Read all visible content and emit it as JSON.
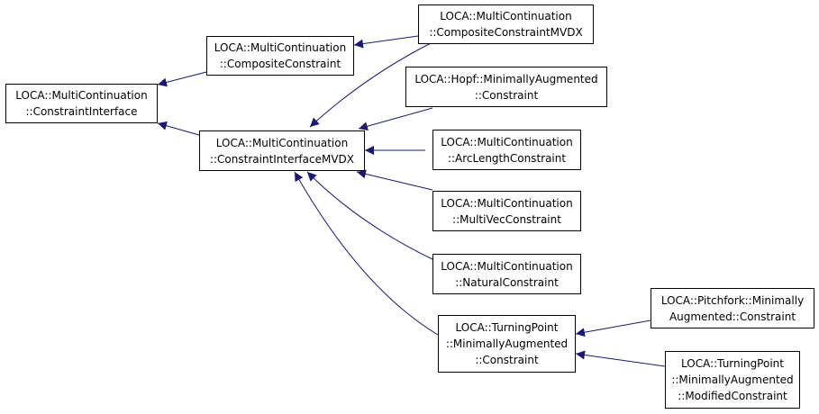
{
  "diagram": {
    "edge_color": "#191970",
    "nodes": {
      "constraint_interface": [
        "LOCA::MultiContinuation",
        "::ConstraintInterface"
      ],
      "composite_constraint": [
        "LOCA::MultiContinuation",
        "::CompositeConstraint"
      ],
      "constraint_interface_mvdx": [
        "LOCA::MultiContinuation",
        "::ConstraintInterfaceMVDX"
      ],
      "composite_constraint_mvdx": [
        "LOCA::MultiContinuation",
        "::CompositeConstraintMVDX"
      ],
      "hopf_constraint": [
        "LOCA::Hopf::MinimallyAugmented",
        "::Constraint"
      ],
      "arc_length_constraint": [
        "LOCA::MultiContinuation",
        "::ArcLengthConstraint"
      ],
      "multi_vec_constraint": [
        "LOCA::MultiContinuation",
        "::MultiVecConstraint"
      ],
      "natural_constraint": [
        "LOCA::MultiContinuation",
        "::NaturalConstraint"
      ],
      "turning_point_constraint": [
        "LOCA::TurningPoint",
        "::MinimallyAugmented",
        "::Constraint"
      ],
      "pitchfork_constraint": [
        "LOCA::Pitchfork::Minimally",
        "Augmented::Constraint"
      ],
      "turning_point_modified_constraint": [
        "LOCA::TurningPoint",
        "::MinimallyAugmented",
        "::ModifiedConstraint"
      ]
    }
  }
}
